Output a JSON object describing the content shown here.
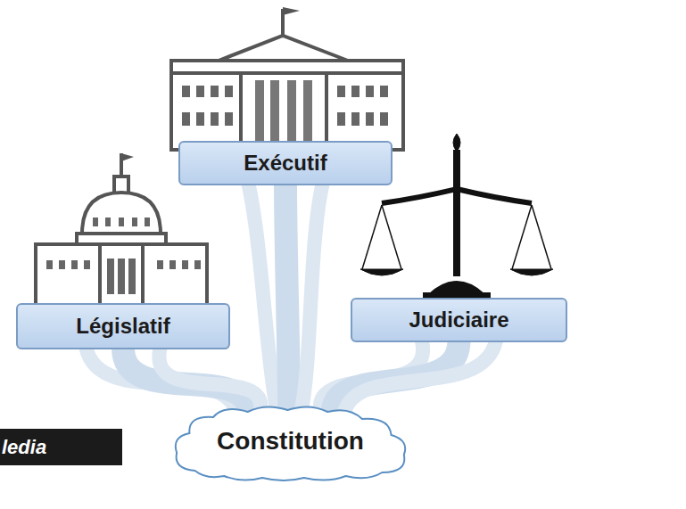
{
  "diagram": {
    "nodes": [
      {
        "text": [
          "Exécutif"
        ]
      },
      {
        "text": [
          "Législatif"
        ]
      },
      {
        "text": [
          "Judiciaire"
        ]
      },
      {
        "text": [
          "Constitution"
        ]
      }
    ],
    "edges": [
      {
        "from": 3,
        "to": 0,
        "arrow": "none"
      },
      {
        "from": 3,
        "to": 1,
        "arrow": "none"
      },
      {
        "from": 3,
        "to": 2,
        "arrow": "none"
      }
    ],
    "labels": [
      "ledia"
    ]
  }
}
